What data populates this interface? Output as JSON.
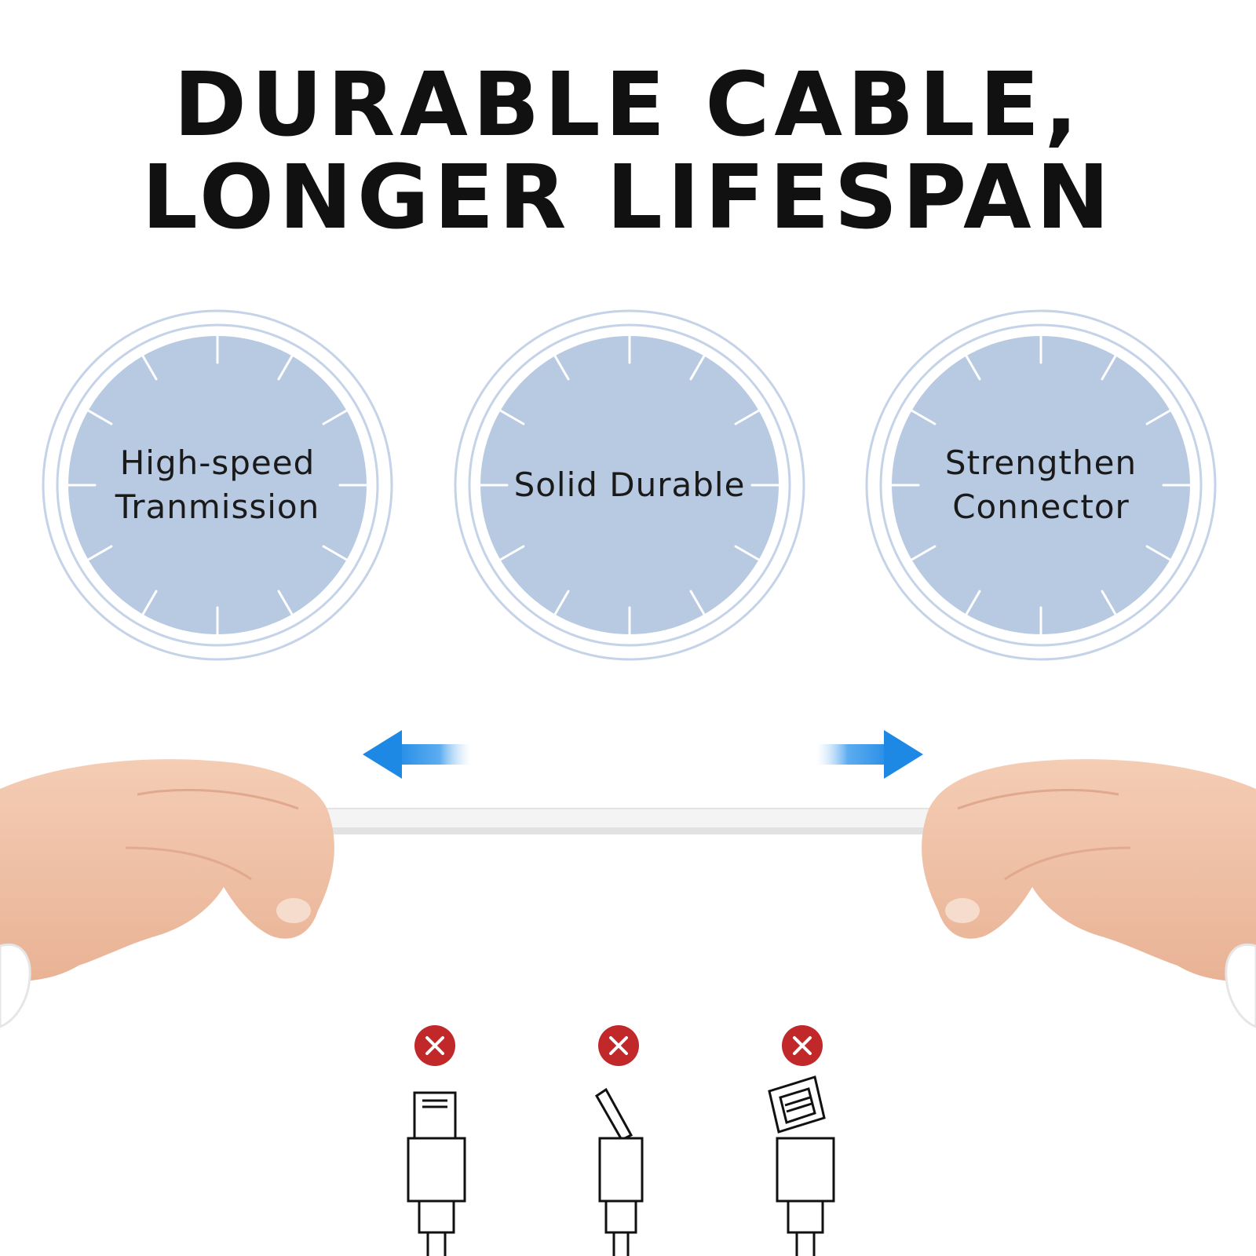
{
  "headline": {
    "line1": "DURABLE CABLE,",
    "line2": "LONGER LIFESPAN"
  },
  "features": [
    {
      "lines": [
        "High-speed",
        "Tranmission"
      ]
    },
    {
      "lines": [
        "Solid Durable"
      ]
    },
    {
      "lines": [
        "Strengthen",
        "Connector"
      ]
    }
  ],
  "colors": {
    "dial_fill": "#b8c9e2",
    "dial_ring": "#c5d3e8",
    "arrow_blue": "#1e88e5",
    "error_red": "#c0282a",
    "text_dark": "#111111"
  },
  "icons": {
    "left_arrow": "arrow-left-icon",
    "right_arrow": "arrow-right-icon",
    "error_marks": [
      "x-circle-icon",
      "x-circle-icon",
      "x-circle-icon"
    ],
    "connectors": [
      "lightning-connector-icon",
      "bent-connector-icon",
      "detached-connector-icon"
    ]
  }
}
